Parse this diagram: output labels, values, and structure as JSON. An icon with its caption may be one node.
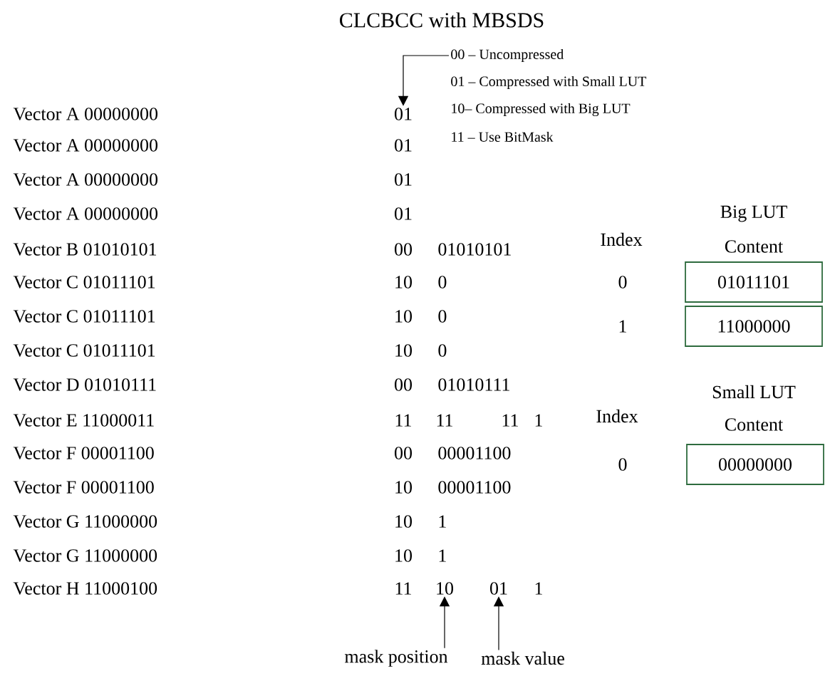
{
  "diagram": {
    "title": "CLCBCC with MBSDS",
    "nodes": [
      {
        "text": [
          "00 –  Uncompressed"
        ]
      },
      {
        "text": [
          "01"
        ]
      },
      {
        "text": [
          "mask position"
        ]
      },
      {
        "text": [
          "10"
        ]
      },
      {
        "text": [
          "mask value"
        ]
      },
      {
        "text": [
          "01"
        ]
      },
      {
        "text": [
          "01011101"
        ]
      },
      {
        "text": [
          "11000000"
        ]
      },
      {
        "text": [
          "00000000"
        ]
      }
    ],
    "edges": [
      {
        "from": 0,
        "to": 1,
        "arrow": "to"
      },
      {
        "from": 2,
        "to": 3,
        "arrow": "to"
      },
      {
        "from": 4,
        "to": 5,
        "arrow": "to"
      }
    ],
    "labels": [
      "01 –  Compressed with Small LUT",
      "10–  Compressed with Big LUT",
      "11 –  Use BitMask",
      "Vector A 00000000",
      "Vector A 00000000",
      "01",
      "Vector A 00000000",
      "01",
      "Vector A 00000000",
      "01",
      "Vector B 01010101",
      "00",
      "01010101",
      "Vector C  01011101",
      "10",
      "0",
      "Vector C  01011101",
      "10",
      "0",
      "Vector C  01011101",
      "10",
      "0",
      "Vector D 01010111",
      "00",
      "01010111",
      "Vector E 11000011",
      "11",
      "11",
      "11",
      "1",
      "Vector F 00001100",
      "00",
      "00001100",
      "Vector F 00001100",
      "10",
      "00001100",
      "Vector G 11000000",
      "10",
      "1",
      "Vector G 11000000",
      "10",
      "1",
      "Vector H 11000100",
      "11",
      "1",
      "Big LUT",
      "Content",
      "Index",
      "0",
      "1",
      "Small LUT",
      "Content",
      "Index",
      "0"
    ]
  }
}
